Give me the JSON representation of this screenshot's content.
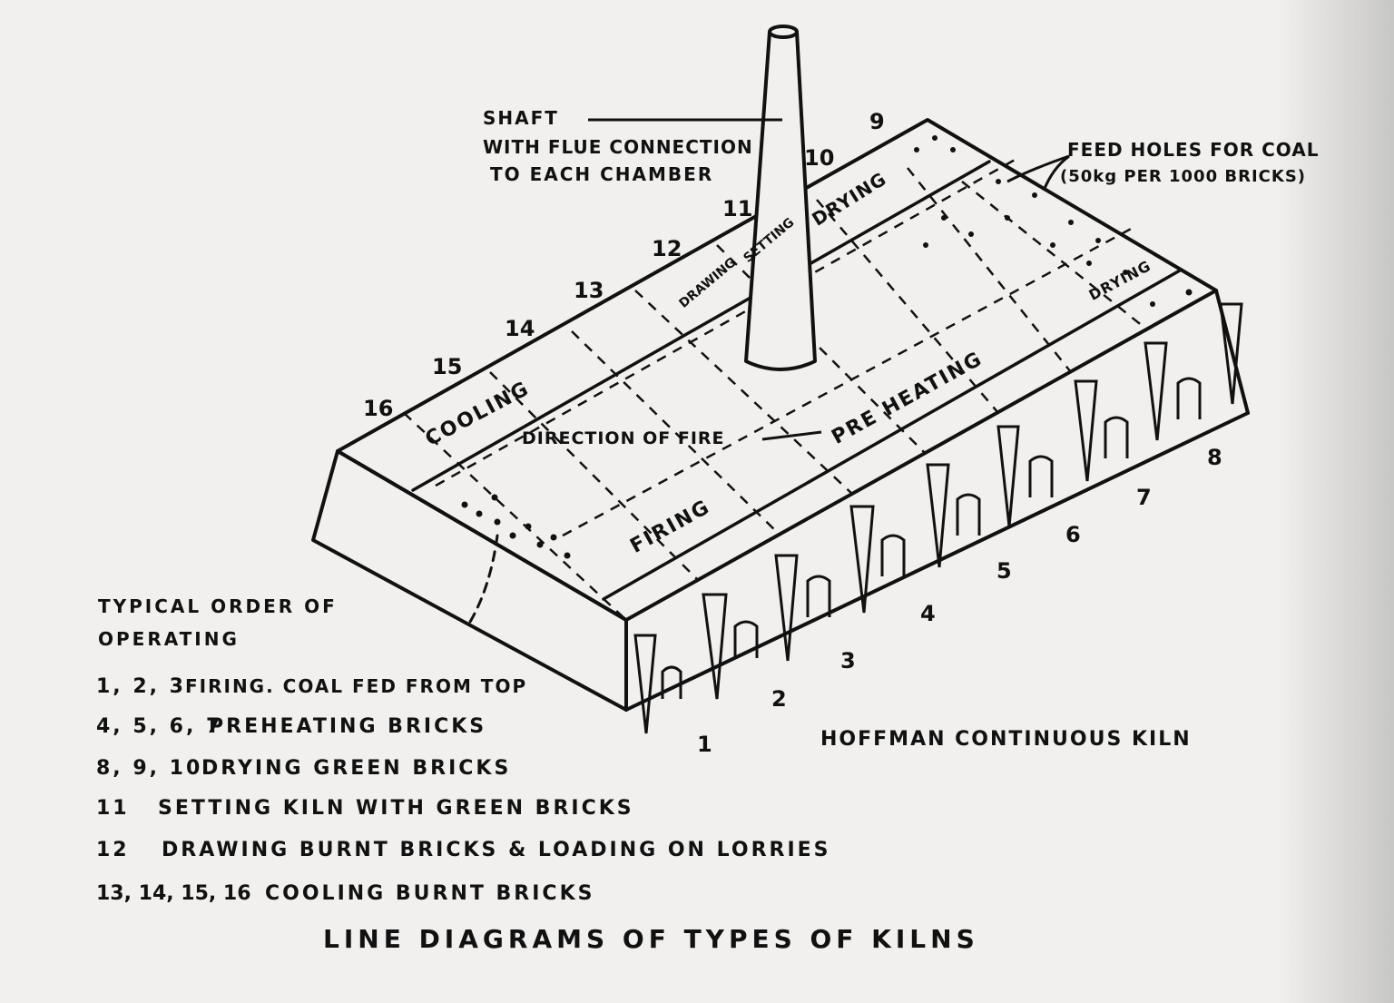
{
  "labels": {
    "shaft": [
      "SHAFT",
      "WITH FLUE CONNECTION",
      "TO EACH CHAMBER"
    ],
    "feed_holes": [
      "FEED HOLES FOR COAL",
      "(50kg PER 1000 BRICKS)"
    ],
    "direction_of_fire": "DIRECTION OF FIRE",
    "kiln_name": "HOFFMAN CONTINUOUS KILN",
    "zones": {
      "cooling": "COOLING",
      "firing": "FIRING",
      "pre_heating": "PRE HEATING",
      "drawing": "DRAWING",
      "setting": "SETTING",
      "drying_top": "DRYING",
      "drying_right": "DRYING"
    }
  },
  "chamber_numbers": {
    "front": [
      "1",
      "2",
      "3",
      "4",
      "5",
      "6",
      "7",
      "8"
    ],
    "back": [
      "9",
      "10",
      "11",
      "12",
      "13",
      "14",
      "15",
      "16"
    ]
  },
  "legend": {
    "title": [
      "TYPICAL ORDER OF",
      "OPERATING"
    ],
    "items": [
      {
        "chambers": "1, 2, 3",
        "text": "FIRING. COAL FED FROM TOP"
      },
      {
        "chambers": "4, 5, 6, 7",
        "text": "PREHEATING BRICKS"
      },
      {
        "chambers": "8, 9, 10",
        "text": "DRYING GREEN BRICKS"
      },
      {
        "chambers": "11",
        "text": "SETTING KILN WITH GREEN BRICKS"
      },
      {
        "chambers": "12",
        "text": "DRAWING BURNT BRICKS & LOADING ON LORRIES"
      },
      {
        "chambers": "13, 14, 15, 16",
        "text": "COOLING BURNT BRICKS"
      }
    ]
  },
  "caption": "LINE DIAGRAMS OF TYPES OF KILNS",
  "colors": {
    "ink": "#111111",
    "paper": "#f1f0ee"
  }
}
